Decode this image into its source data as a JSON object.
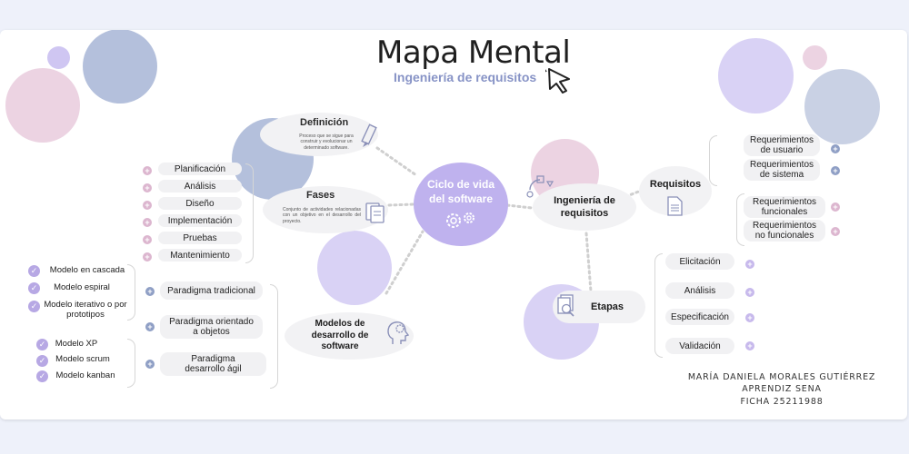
{
  "header": {
    "title": "Mapa Mental",
    "subtitle": "Ingeniería de requisitos"
  },
  "center": {
    "label": "Ciclo de vida del software"
  },
  "definicion": {
    "title": "Definición",
    "text": "Proceso que se sigue para construir y evolucionar un determinado software."
  },
  "fases": {
    "title": "Fases",
    "text": "Conjunto de actividades relacionadas con un objetivo en el desarrollo del proyecto.",
    "items": [
      "Planificación",
      "Análisis",
      "Diseño",
      "Implementación",
      "Pruebas",
      "Mantenimiento"
    ]
  },
  "modelos": {
    "title": "Modelos de desarrollo de software",
    "paradigms": [
      "Paradigma tradicional",
      "Paradigma orientado a objetos",
      "Paradigma desarrollo ágil"
    ],
    "traditional": [
      "Modelo en cascada",
      "Modelo espiral",
      "Modelo iterativo o por prototipos"
    ],
    "agile": [
      "Modelo XP",
      "Modelo scrum",
      "Modelo kanban"
    ]
  },
  "ingenieria": {
    "title": "Ingeniería de requisitos"
  },
  "requisitos": {
    "title": "Requisitos",
    "items": [
      "Requerimientos de usuario",
      "Requerimientos de sistema",
      "Requerimientos funcionales",
      "Requerimientos no funcionales"
    ]
  },
  "etapas": {
    "title": "Etapas",
    "items": [
      "Elicitación",
      "Análisis",
      "Especificación",
      "Validación"
    ]
  },
  "author": {
    "name": "MARÍA DANIELA MORALES GUTIÉRREZ",
    "role": "APRENDIZ SENA",
    "ficha": "FICHA 25211988"
  },
  "colors": {
    "lavender": "#cfc6f2",
    "blue": "#b4c0dc",
    "pink": "#ecd3e2",
    "accent": "#8793c6"
  }
}
